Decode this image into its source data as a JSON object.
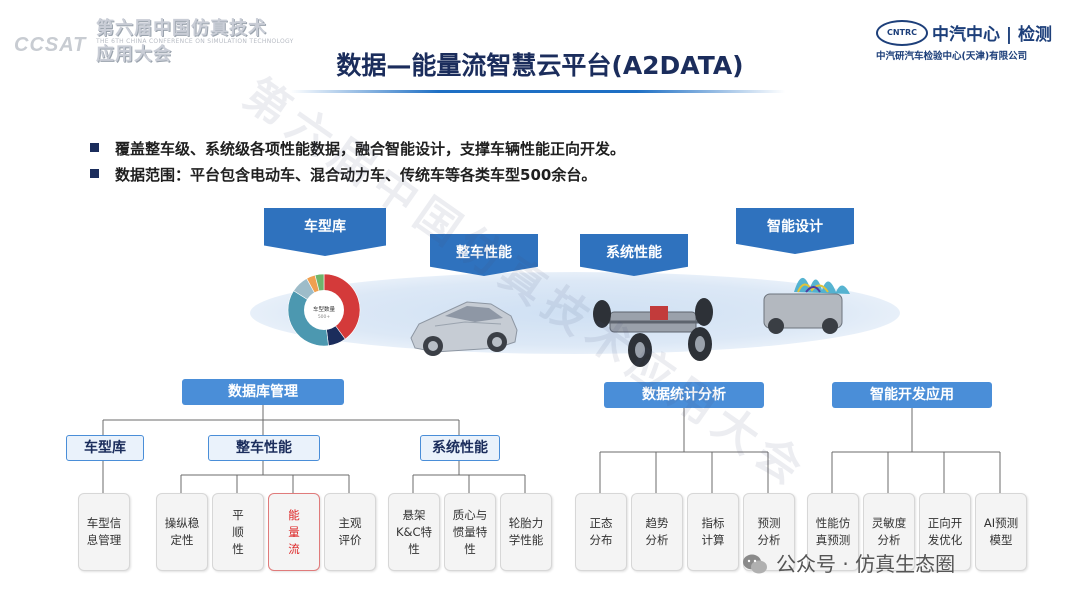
{
  "header": {
    "ccsat": "CCSAT",
    "conf_title": "第六届中国仿真技术应用大会",
    "conf_subtitle": "THE 6TH CHINA CONFERENCE ON SIMULATION TECHNOLOGY",
    "brand_badge": "CNTRC",
    "brand_name": "中汽中心 | 检测",
    "brand_sub": "中汽研汽车检验中心(天津)有限公司"
  },
  "title": "数据—能量流智慧云平台(A2DATA)",
  "bullets": [
    "覆盖整车级、系统级各项性能数据，融合智能设计，支撑车辆性能正向开发。",
    "数据范围：平台包含电动车、混合动力车、传统车等各类车型500余台。"
  ],
  "flags": [
    "车型库",
    "整车性能",
    "系统性能",
    "智能设计"
  ],
  "donut": {
    "center_label": "车型数量",
    "center_sub": "500+",
    "segments": [
      {
        "value": 40,
        "color": "#d43a3a"
      },
      {
        "value": 8,
        "color": "#1b2d5c"
      },
      {
        "value": 36,
        "color": "#4c98b0"
      },
      {
        "value": 8,
        "color": "#9dbcc9"
      },
      {
        "value": 4,
        "color": "#f0a050"
      },
      {
        "value": 4,
        "color": "#6fb56c"
      }
    ]
  },
  "tree": {
    "db_root": "数据库管理",
    "db_children": [
      "车型库",
      "整车性能",
      "系统性能"
    ],
    "stats_root": "数据统计分析",
    "ai_root": "智能开发应用",
    "leaves": {
      "model": [
        "车型信息管理"
      ],
      "vehicle": [
        "操纵稳定性",
        "平顺性",
        "能量流",
        "主观评价"
      ],
      "system": [
        "悬架K&C特性",
        "质心与惯量特性",
        "轮胎力学性能"
      ],
      "stats": [
        "正态分布",
        "趋势分析",
        "指标计算",
        "预测分析"
      ],
      "ai": [
        "性能仿真预测",
        "灵敏度分析",
        "正向开发优化",
        "AI预测模型"
      ]
    }
  },
  "watermark": "第六届中国仿真技术应用大会",
  "wechat": "公众号 · 仿真生态圈",
  "colors": {
    "primary": "#2f72be",
    "highlight": "#d22222",
    "title": "#1b2d5c"
  }
}
